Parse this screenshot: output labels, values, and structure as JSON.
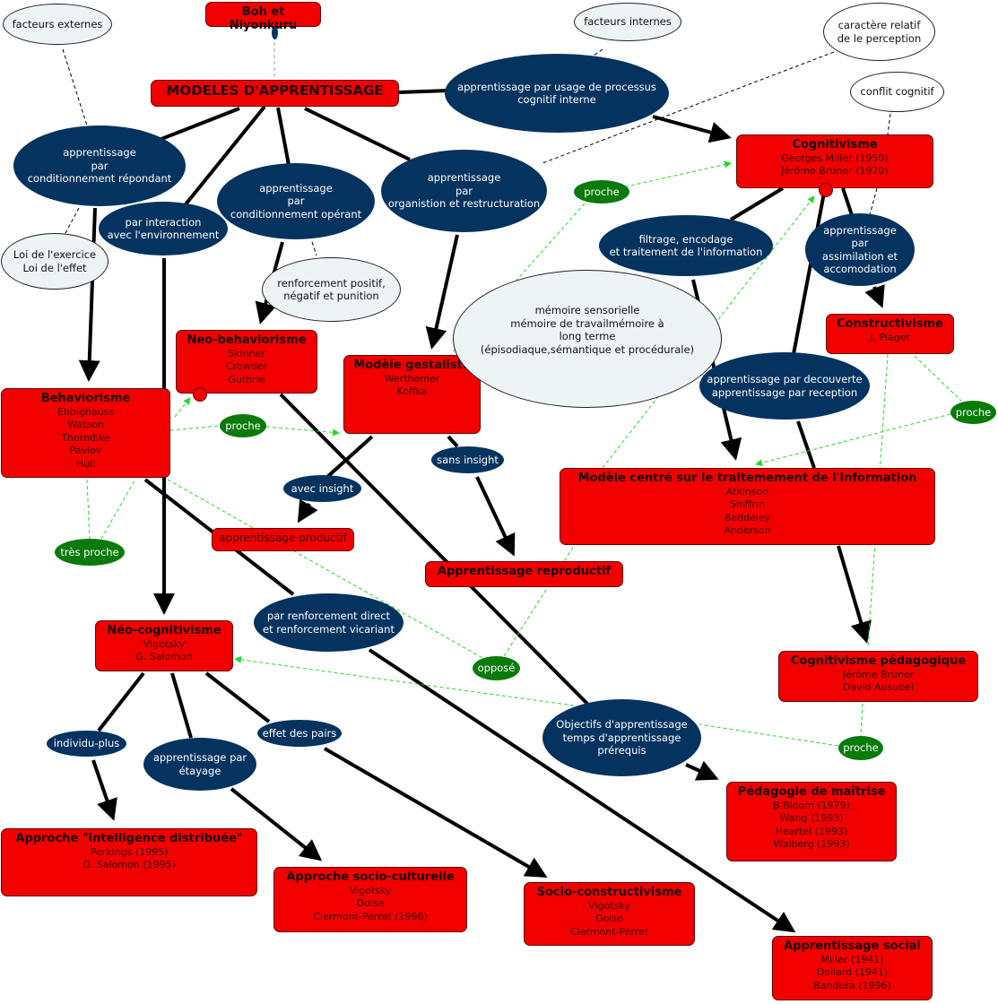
{
  "concepts": {
    "boh": {
      "title": "Boh  et Niyonkuru"
    },
    "modeles": {
      "title": "MODELES D'APPRENTISSAGE"
    },
    "cognitivisme": {
      "title": "Cognitivisme",
      "authors": [
        "Georges Miller (1950)",
        "Jérôme Bruner (1970)"
      ]
    },
    "constructivisme": {
      "title": "Constructivisme",
      "authors": [
        "J. Piaget"
      ]
    },
    "neo_behaviorisme": {
      "title": "Neo-behaviorisme",
      "authors": [
        "Skinner",
        "Crowder",
        "Guthrie"
      ]
    },
    "gestaltiste": {
      "title": "Modèle gestaliste",
      "authors": [
        "Werthemer",
        "Koffka"
      ]
    },
    "behaviorisme": {
      "title": "Behaviorisme",
      "authors": [
        "Ebbighauss",
        "Watson",
        "Thorndike",
        "Pavlov",
        "Hull"
      ]
    },
    "modele_centre": {
      "title": "Modèle centré sur le traitemement de l'information",
      "authors": [
        "Atkinson",
        "Shiffrin",
        "Baddeley",
        "Anderson"
      ]
    },
    "app_productif": {
      "title": "apprentissage productif"
    },
    "app_reproductif": {
      "title": "Apprentissage reproductif"
    },
    "neo_cognitivisme": {
      "title": "Néo-cognitivisme",
      "authors": [
        "Vigotsky",
        "G. Salomon"
      ]
    },
    "cog_pedagogique": {
      "title": "Cognitivisme pédagogique",
      "authors": [
        "Jérôme Bruner",
        "David Ausubel"
      ]
    },
    "pedagogie_maitrise": {
      "title": "Pédagogie de maîtrise",
      "authors": [
        "B.Bloom (1979)",
        "Wang (1993)",
        "Heartel (1993)",
        "Walberg (1993)"
      ]
    },
    "intelligence_distribuee": {
      "title": "Approche \"intelligence distribuée\"",
      "authors": [
        "Perkings (1995)",
        "G. Salomon (1995)"
      ]
    },
    "socio_culturelle": {
      "title": "Approche socio-culturelle",
      "authors": [
        "Vigotsky",
        "Doise",
        "Clermont-Perret (1996)"
      ]
    },
    "socio_constructivisme": {
      "title": "Socio-constructivisme",
      "authors": [
        "Vigotsky",
        "Doise",
        "Clermont-Perret"
      ]
    },
    "app_social": {
      "title": "Apprentissage social",
      "authors": [
        "Miller (1941)",
        "Dollard (1941)",
        "Bandura (1996)"
      ]
    }
  },
  "links": {
    "usage_processus": [
      "apprentissage par usage de processus",
      "cognitif interne"
    ],
    "repondant": [
      "apprentissage",
      "par",
      "conditionnement répondant"
    ],
    "interaction": [
      "par interaction",
      "avec l'environnement"
    ],
    "operant": [
      "apprentissage",
      "par",
      "conditionnement opérant"
    ],
    "organisation": [
      "apprentissage",
      "par",
      "organistion et restructuration"
    ],
    "filtrage": [
      "filtrage, encodage",
      "et traitement de l'information"
    ],
    "assimilation": [
      "apprentissage",
      "par",
      "assimilation et",
      "accomodation"
    ],
    "decouverte": [
      "apprentissage par decouverte",
      "apprentissage par reception"
    ],
    "avec_insight": [
      "avec  insight"
    ],
    "sans_insight": [
      "sans insight"
    ],
    "renforcement_direct": [
      "par  renforcement direct",
      "et renforcement vicariant"
    ],
    "individu_plus": [
      "individu-plus"
    ],
    "etayage": [
      "apprentissage par",
      "étayage"
    ],
    "effet_pairs": [
      "effet des pairs"
    ],
    "objectifs": [
      "Objectifs d'apprentissage",
      "temps d'apprentissage",
      "prérequis"
    ]
  },
  "notes": {
    "facteurs_externes": [
      "facteurs externes"
    ],
    "facteurs_internes": [
      "facteurs internes"
    ],
    "caractere_relatif": [
      "caractère relatif",
      "de le perception"
    ],
    "conflit_cognitif": [
      "conflit cognitif"
    ],
    "lois": [
      "Loi de l'exercice",
      "Loi de l'effet"
    ],
    "renforcement_positif": [
      "renforcement positif,",
      "négatif et punition"
    ],
    "memoire": [
      "mémoire sensorielle",
      "mémoire de travailmémoire à",
      "long terme",
      "(épisodiaque,sémantique et procédurale)"
    ]
  },
  "relations": {
    "proche_cognitivisme": "proche",
    "proche_behaviorisme": "proche",
    "tres_proche": "très proche",
    "oppose": "opposé",
    "proche_constructivisme": "proche",
    "proche_pedagogique": "proche"
  },
  "colors": {
    "concept": "#f20000",
    "link_phrase": "#04335f",
    "note": "#eef3f5",
    "relation": "#0a7a0a",
    "relation_line": "#22dd22"
  }
}
